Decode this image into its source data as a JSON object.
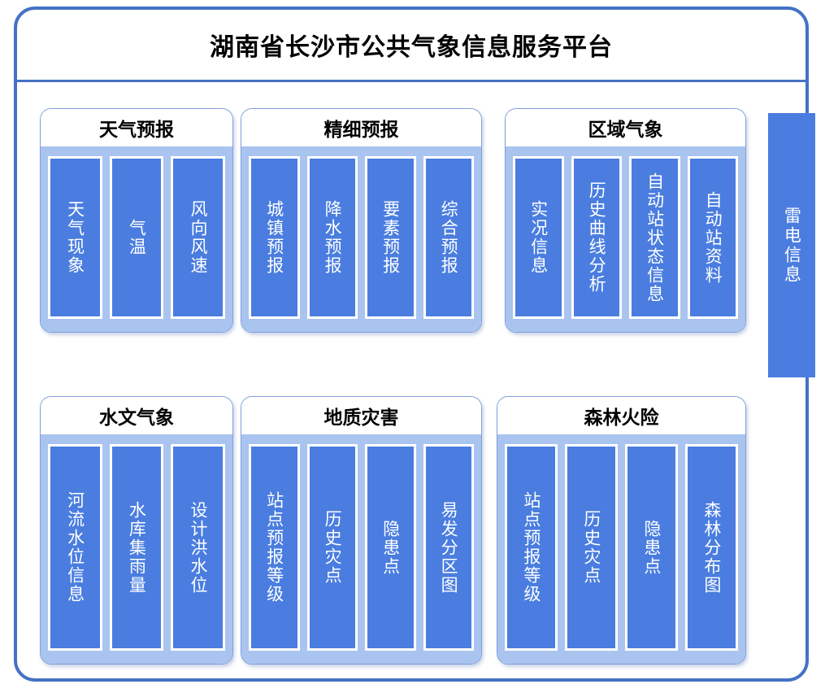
{
  "app": {
    "title": "湖南省长沙市公共气象信息服务平台",
    "accent_color": "#4472c4",
    "panel_body_color": "#aac4f0",
    "item_bar_color": "#4a7ddf",
    "item_label_color": "#ffffff"
  },
  "panels": [
    {
      "id": "weather-forecast",
      "title": "天气预报",
      "items": [
        {
          "label": "天气现象"
        },
        {
          "label": "气温"
        },
        {
          "label": "风向风速"
        }
      ]
    },
    {
      "id": "fine-forecast",
      "title": "精细预报",
      "items": [
        {
          "label": "城镇预报"
        },
        {
          "label": "降水预报"
        },
        {
          "label": "要素预报"
        },
        {
          "label": "综合预报"
        }
      ]
    },
    {
      "id": "regional-weather",
      "title": "区域气象",
      "items": [
        {
          "label": "实况信息"
        },
        {
          "label": "历史曲线分析"
        },
        {
          "label": "自动站状态信息"
        },
        {
          "label": "自动站资料"
        }
      ]
    },
    {
      "id": "hydrology",
      "title": "水文气象",
      "items": [
        {
          "label": "河流水位信息"
        },
        {
          "label": "水库集雨量"
        },
        {
          "label": "设计洪水位"
        }
      ]
    },
    {
      "id": "geological-hazard",
      "title": "地质灾害",
      "items": [
        {
          "label": "站点预报等级"
        },
        {
          "label": "历史灾点"
        },
        {
          "label": "隐患点"
        },
        {
          "label": "易发分区图"
        }
      ]
    },
    {
      "id": "forest-fire",
      "title": "森林火险",
      "items": [
        {
          "label": "站点预报等级"
        },
        {
          "label": "历史灾点"
        },
        {
          "label": "隐患点"
        },
        {
          "label": "森林分布图"
        }
      ]
    }
  ],
  "lightning": {
    "label": "雷电信息"
  }
}
